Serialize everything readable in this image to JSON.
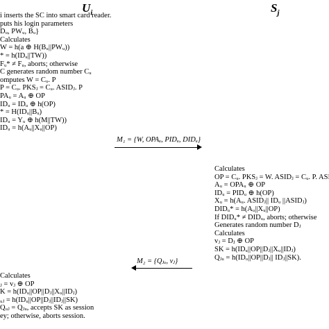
{
  "headers": {
    "user": "U",
    "user_sub": "i",
    "server": "S",
    "server_sub": "j"
  },
  "left_top_lines": [
    "i inserts the SC into smart card reader.",
    "puts his login parameters",
    "Dᵤ, PWᵤ, Bᵤ}",
    "Calculates",
    "W = h(a ⊕ H(Bᵤ||PWᵤ))",
    "* = h(IDᵤ||TW))",
    "Fᵤ* ≠ Fᵤ, aborts; otherwise",
    "C generates random number Cᵤ",
    "omputes W = Cᵤ. P",
    "P = Cᵤ. PKSⱼ = Cᵤ. ASIDⱼ. P",
    "PAᵤ = Aᵤ ⊕ OP",
    "IDᵤ = IDᵤ ⊕ h(OP)",
    "* = H(IDᵤ||Bᵤ)",
    "IDᵤ = Yᵤ ⊕ h(M||TW))",
    "IDᵤ = h(Aᵤ||Xᵤ||OP)"
  ],
  "message1": "M₁ = {W, OPAᵤ, PIDᵤ, DIDᵤ}",
  "right_lines": [
    "Calculates",
    "OP = Cᵤ. PKSⱼ = W. ASIDⱼ = Cᵤ. P. ASIDⱼ",
    "Aᵤ = OPAᵤ ⊕ OP",
    "IDᵤ = PIDᵤ ⊕ h(OP)",
    "Xᵤ = h(Aᵤ. ASIDⱼ|| IDᵤ ||ASIDⱼ)",
    "DIDᵤ* = h(Aᵤ||Xᵤ||OP)",
    "If DIDᵤ* ≠ DIDᵤ, aborts; otherwise",
    "Generates random number Dⱼ",
    "Calculates",
    "vⱼ = Dⱼ ⊕ OP",
    "SK = h(IDᵤ||OP||Dⱼ||Xᵤ||IDⱼ)",
    "Qⱼᵤ = h(IDᵤ||OP||Dⱼ|| IDⱼ||SK)."
  ],
  "message2": "M₂ = {Qⱼᵤ, vⱼ}",
  "left_bottom_lines": [
    "Calculates",
    "ⱼ = vⱼ ⊕ OP",
    "K = h(IDᵤ||OP||Dⱼ||Xᵤ||IDⱼ)",
    "ᵤⱼ = h(IDᵤ||OP||Dⱼ||IDⱼ||SK)",
    "Qᵤⱼ = Qⱼᵤ, accepts SK as session",
    "ey; otherwise, aborts session."
  ]
}
